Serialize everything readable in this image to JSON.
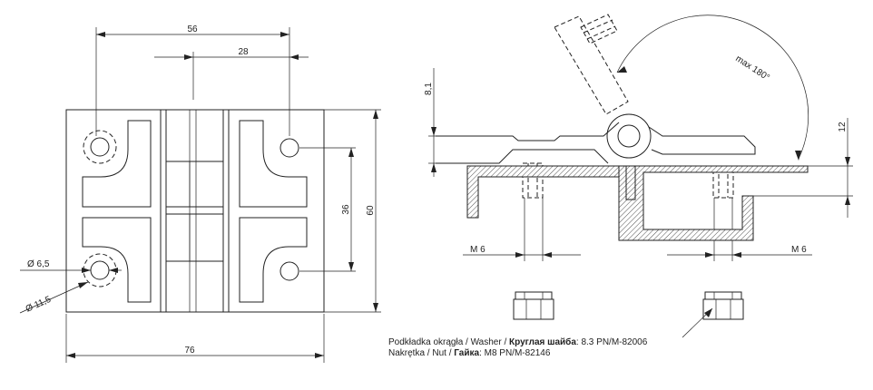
{
  "dimensions": {
    "width_56": "56",
    "width_28": "28",
    "hole_spacing_36": "36",
    "height_60": "60",
    "width_76": "76",
    "hole_diameter": "Ø 6,5",
    "counterbore_diameter": "Ø 11,5",
    "flap_offset": "8,1",
    "gap_12": "12",
    "thread_left": "M 6",
    "thread_right": "M 6",
    "rotation_angle": "max 180°"
  },
  "notes": {
    "washer_prefix": "Podkładka okrągła / Washer / ",
    "washer_ru": "Круглая шайба",
    "washer_spec": ":   8.3 PN/M-82006",
    "nut_prefix": "Nakrętka / Nut / ",
    "nut_ru": "Гайка",
    "nut_spec": ":   M8 PN/M-82146"
  }
}
